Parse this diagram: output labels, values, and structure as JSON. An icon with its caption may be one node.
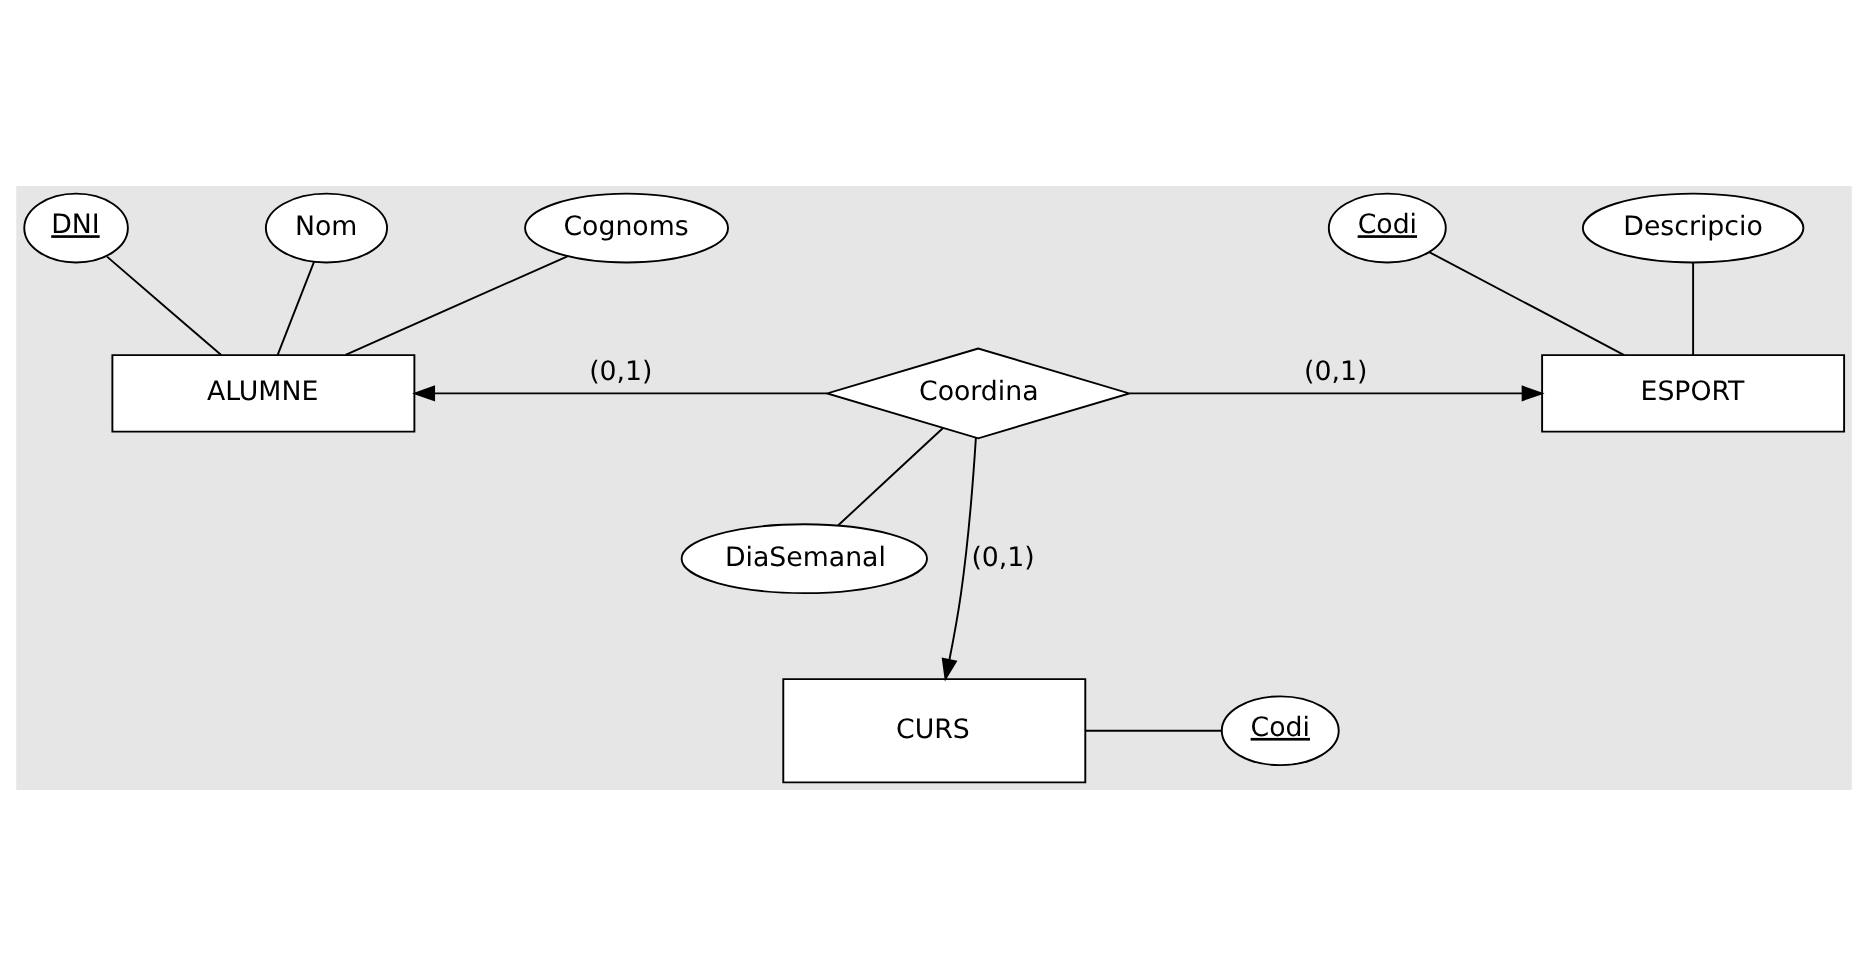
{
  "diagram": {
    "nodes": [
      {
        "text": [
          "DNI"
        ]
      },
      {
        "text": [
          "Nom"
        ]
      },
      {
        "text": [
          "Cognoms"
        ]
      },
      {
        "text": [
          "ALUMNE"
        ]
      },
      {
        "text": [
          "Coordina"
        ]
      },
      {
        "text": [
          "Codi"
        ]
      },
      {
        "text": [
          "Descripcio"
        ]
      },
      {
        "text": [
          "ESPORT"
        ]
      },
      {
        "text": [
          "DiaSemanal"
        ]
      },
      {
        "text": [
          "CURS"
        ]
      },
      {
        "text": [
          "Codi"
        ]
      }
    ],
    "edges": [
      {
        "from": 0,
        "to": 3,
        "arrow": "none"
      },
      {
        "from": 1,
        "to": 3,
        "arrow": "none"
      },
      {
        "from": 2,
        "to": 3,
        "arrow": "none"
      },
      {
        "from": 4,
        "to": 3,
        "arrow": "to",
        "label": "(0,1)"
      },
      {
        "from": 4,
        "to": 7,
        "arrow": "to",
        "label": "(0,1)"
      },
      {
        "from": 5,
        "to": 7,
        "arrow": "none"
      },
      {
        "from": 6,
        "to": 7,
        "arrow": "none"
      },
      {
        "from": 4,
        "to": 8,
        "arrow": "none"
      },
      {
        "from": 4,
        "to": 9,
        "arrow": "to",
        "label": "(0,1)"
      },
      {
        "from": 9,
        "to": 10,
        "arrow": "none"
      }
    ]
  }
}
